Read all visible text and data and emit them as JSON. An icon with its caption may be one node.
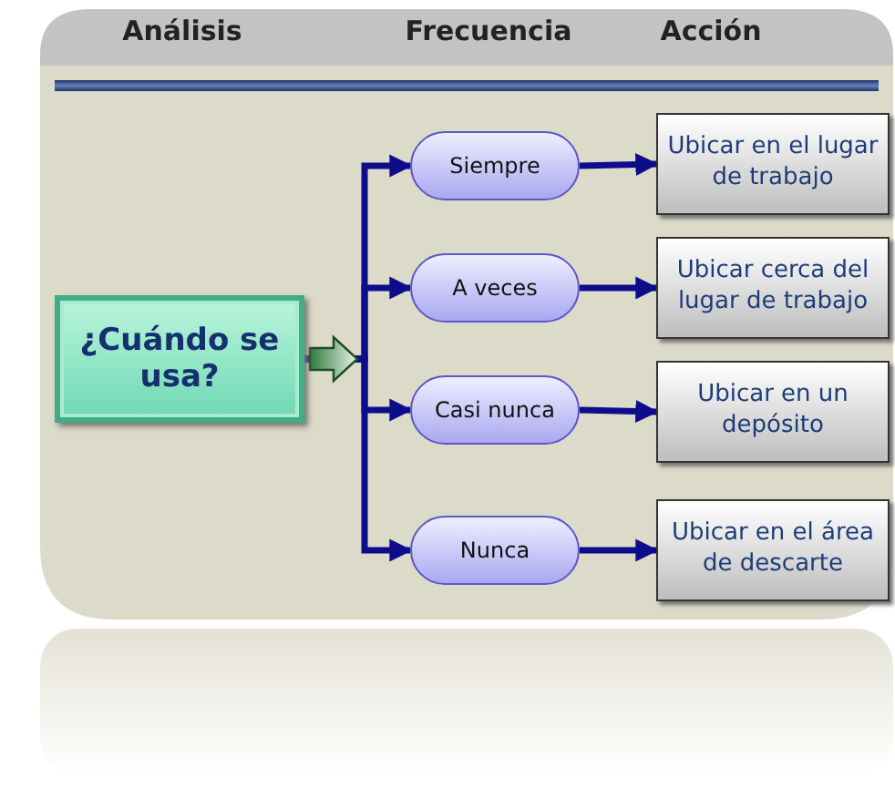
{
  "diagram": {
    "nodes": [
      {
        "text": [
          "¿Cuándo se usa?"
        ]
      },
      {
        "text": [
          "Siempre"
        ]
      },
      {
        "text": [
          "A veces"
        ]
      },
      {
        "text": [
          "Casi nunca"
        ]
      },
      {
        "text": [
          "Nunca"
        ]
      },
      {
        "text": [
          "Ubicar en el lugar de trabajo"
        ]
      },
      {
        "text": [
          "Ubicar cerca del lugar de trabajo"
        ]
      },
      {
        "text": [
          "Ubicar en un depósito"
        ]
      },
      {
        "text": [
          "Ubicar en el área de descarte"
        ]
      }
    ],
    "edges": [
      {
        "from": 0,
        "to": 1,
        "arrow": "to"
      },
      {
        "from": 0,
        "to": 2,
        "arrow": "to"
      },
      {
        "from": 0,
        "to": 3,
        "arrow": "to"
      },
      {
        "from": 0,
        "to": 4,
        "arrow": "to"
      },
      {
        "from": 1,
        "to": 5,
        "arrow": "to"
      },
      {
        "from": 2,
        "to": 6,
        "arrow": "to"
      },
      {
        "from": 3,
        "to": 7,
        "arrow": "to"
      },
      {
        "from": 4,
        "to": 8,
        "arrow": "to"
      }
    ],
    "labels": [
      "Análisis",
      "Frecuencia",
      "Acción"
    ]
  }
}
